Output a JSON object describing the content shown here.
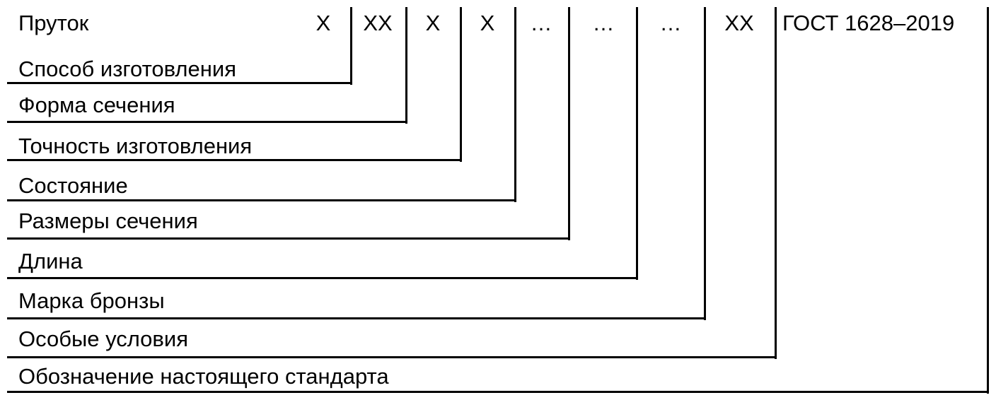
{
  "designation": {
    "product": "Пруток",
    "codes": [
      "X",
      "XX",
      "X",
      "X",
      "…",
      "…",
      "…",
      "XX"
    ],
    "standard": "ГОСТ 1628–2019"
  },
  "fields": [
    "Способ изготовления",
    "Форма сечения",
    "Точность изготовления",
    "Состояние",
    "Размеры сечения",
    "Длина",
    "Марка бронзы",
    "Особые условия",
    "Обозначение настоящего стандарта"
  ],
  "colors": {
    "line": "#000000",
    "background": "#ffffff"
  }
}
